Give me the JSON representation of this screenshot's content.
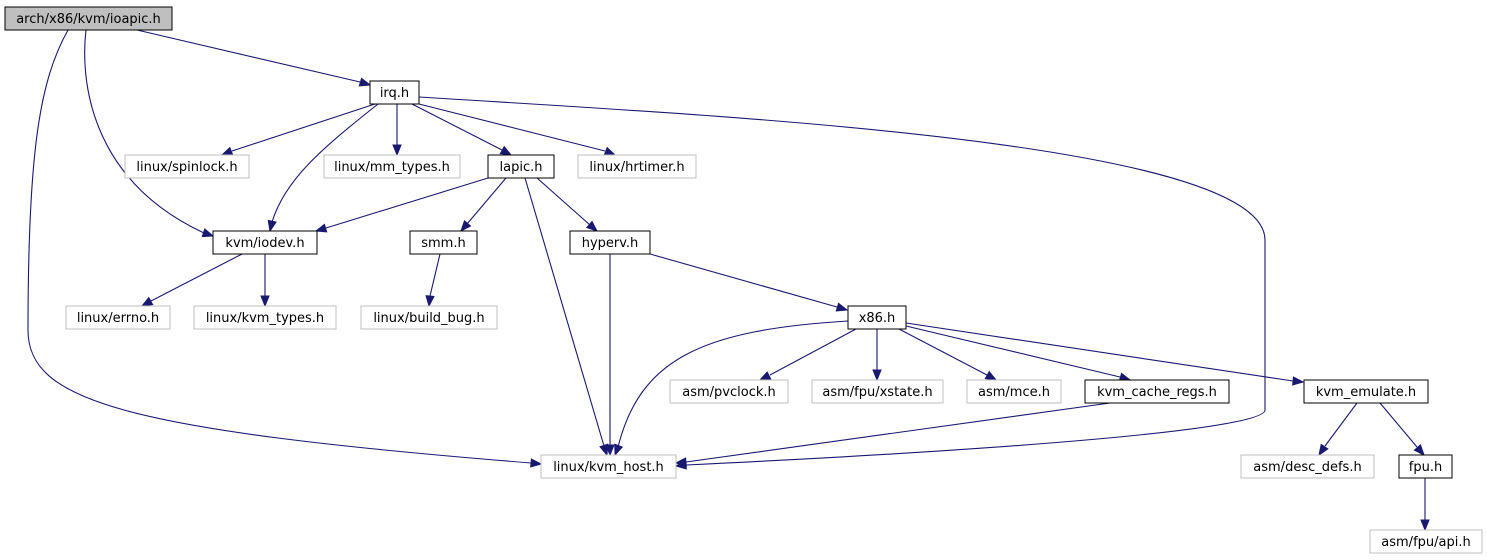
{
  "graph": {
    "colors": {
      "edge": "#191970",
      "root_fill": "#bfbfbf",
      "internal_border": "#000000",
      "external_border": "#bfbfbf"
    },
    "nodes": [
      {
        "id": "ioapic",
        "label": "arch/x86/kvm/ioapic.h",
        "kind": "root"
      },
      {
        "id": "irq",
        "label": "irq.h",
        "kind": "internal"
      },
      {
        "id": "spinlock",
        "label": "linux/spinlock.h",
        "kind": "external"
      },
      {
        "id": "mm_types",
        "label": "linux/mm_types.h",
        "kind": "external"
      },
      {
        "id": "lapic",
        "label": "lapic.h",
        "kind": "internal"
      },
      {
        "id": "hrtimer",
        "label": "linux/hrtimer.h",
        "kind": "external"
      },
      {
        "id": "iodev",
        "label": "kvm/iodev.h",
        "kind": "internal"
      },
      {
        "id": "smm",
        "label": "smm.h",
        "kind": "internal"
      },
      {
        "id": "hyperv",
        "label": "hyperv.h",
        "kind": "internal"
      },
      {
        "id": "errno",
        "label": "linux/errno.h",
        "kind": "external"
      },
      {
        "id": "kvm_types",
        "label": "linux/kvm_types.h",
        "kind": "external"
      },
      {
        "id": "build_bug",
        "label": "linux/build_bug.h",
        "kind": "external"
      },
      {
        "id": "x86",
        "label": "x86.h",
        "kind": "internal"
      },
      {
        "id": "pvclock",
        "label": "asm/pvclock.h",
        "kind": "external"
      },
      {
        "id": "xstate",
        "label": "asm/fpu/xstate.h",
        "kind": "external"
      },
      {
        "id": "mce",
        "label": "asm/mce.h",
        "kind": "external"
      },
      {
        "id": "kvm_cache_regs",
        "label": "kvm_cache_regs.h",
        "kind": "internal"
      },
      {
        "id": "kvm_emulate",
        "label": "kvm_emulate.h",
        "kind": "internal"
      },
      {
        "id": "kvm_host",
        "label": "linux/kvm_host.h",
        "kind": "external"
      },
      {
        "id": "desc_defs",
        "label": "asm/desc_defs.h",
        "kind": "external"
      },
      {
        "id": "fpu",
        "label": "fpu.h",
        "kind": "internal"
      },
      {
        "id": "fpu_api",
        "label": "asm/fpu/api.h",
        "kind": "external"
      }
    ],
    "edges": [
      {
        "from": "ioapic",
        "to": "irq"
      },
      {
        "from": "ioapic",
        "to": "iodev"
      },
      {
        "from": "ioapic",
        "to": "kvm_host"
      },
      {
        "from": "irq",
        "to": "spinlock"
      },
      {
        "from": "irq",
        "to": "mm_types"
      },
      {
        "from": "irq",
        "to": "lapic"
      },
      {
        "from": "irq",
        "to": "hrtimer"
      },
      {
        "from": "irq",
        "to": "iodev"
      },
      {
        "from": "irq",
        "to": "kvm_host"
      },
      {
        "from": "lapic",
        "to": "iodev"
      },
      {
        "from": "lapic",
        "to": "smm"
      },
      {
        "from": "lapic",
        "to": "hyperv"
      },
      {
        "from": "lapic",
        "to": "kvm_host"
      },
      {
        "from": "iodev",
        "to": "errno"
      },
      {
        "from": "iodev",
        "to": "kvm_types"
      },
      {
        "from": "smm",
        "to": "build_bug"
      },
      {
        "from": "hyperv",
        "to": "x86"
      },
      {
        "from": "hyperv",
        "to": "kvm_host"
      },
      {
        "from": "x86",
        "to": "kvm_host"
      },
      {
        "from": "x86",
        "to": "pvclock"
      },
      {
        "from": "x86",
        "to": "xstate"
      },
      {
        "from": "x86",
        "to": "mce"
      },
      {
        "from": "x86",
        "to": "kvm_cache_regs"
      },
      {
        "from": "x86",
        "to": "kvm_emulate"
      },
      {
        "from": "kvm_cache_regs",
        "to": "kvm_host"
      },
      {
        "from": "kvm_emulate",
        "to": "desc_defs"
      },
      {
        "from": "kvm_emulate",
        "to": "fpu"
      },
      {
        "from": "fpu",
        "to": "fpu_api"
      }
    ]
  }
}
